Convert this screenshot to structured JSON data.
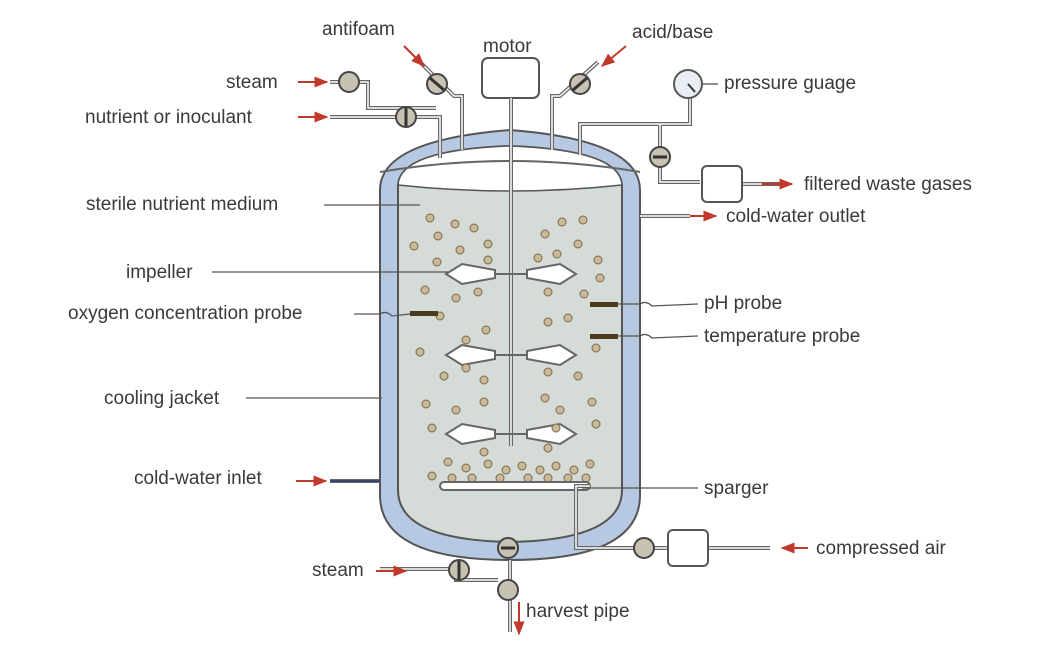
{
  "labels": {
    "antifoam": "antifoam",
    "motor": "motor",
    "acid_base": "acid/base",
    "steam_top": "steam",
    "pressure_gauge": "pressure guage",
    "nutrient": "nutrient or inoculant",
    "filtered_waste": "filtered waste gases",
    "sterile_medium": "sterile nutrient medium",
    "cold_water_outlet": "cold-water outlet",
    "impeller": "impeller",
    "ph_probe": "pH probe",
    "oxygen_probe": "oxygen concentration probe",
    "temperature_probe": "temperature probe",
    "cooling_jacket": "cooling jacket",
    "cold_water_inlet": "cold-water inlet",
    "sparger": "sparger",
    "compressed_air": "compressed air",
    "steam_bottom": "steam",
    "harvest_pipe": "harvest pipe"
  },
  "colors": {
    "jacket": "#b6c8e2",
    "medium": "#d5dbd6",
    "vessel_outline": "#444444",
    "arrow": "#c0392b",
    "bubble": "#c9b99a",
    "probe": "#4a3b1c",
    "valve": "#c7c2b2"
  }
}
